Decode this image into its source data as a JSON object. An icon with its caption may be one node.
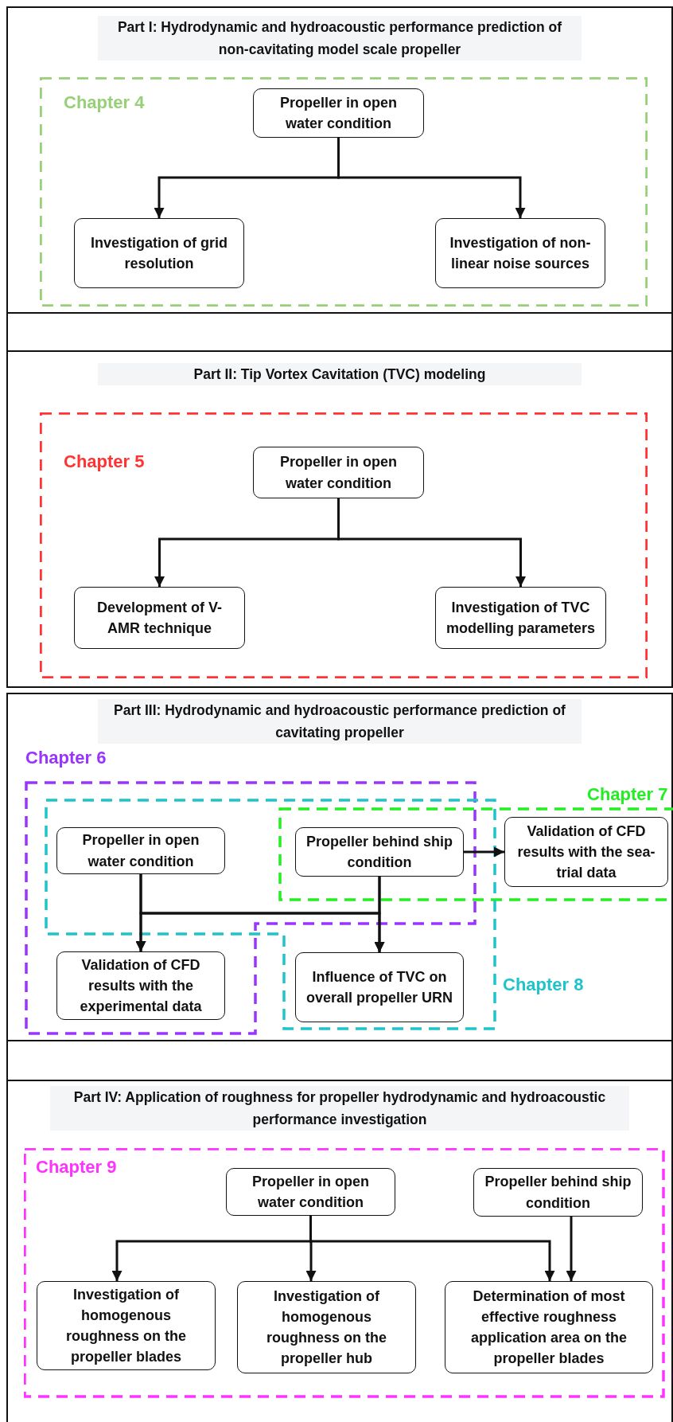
{
  "diagram": {
    "nodes": [
      {
        "text": [
          "Part I: Hydrodynamic and hydroacoustic performance prediction of non-cavitating model scale propeller"
        ]
      },
      {
        "text": [
          "Chapter 4"
        ],
        "in": 0
      },
      {
        "text": [
          "Propeller in open water condition"
        ],
        "in": 1
      },
      {
        "text": [
          "Investigation of grid resolution"
        ],
        "in": 1
      },
      {
        "text": [
          "Investigation of non-linear noise sources"
        ],
        "in": 1
      },
      {
        "text": [],
        "shape": "box"
      },
      {
        "text": [
          "Part II: Tip Vortex Cavitation (TVC) modeling"
        ]
      },
      {
        "text": [
          "Chapter 5"
        ],
        "in": 6
      },
      {
        "text": [
          "Propeller in open water condition"
        ],
        "in": 7
      },
      {
        "text": [
          "Development of V-AMR technique"
        ],
        "in": 7
      },
      {
        "text": [
          "Investigation of TVC modelling parameters"
        ],
        "in": 7
      },
      {
        "text": [
          "Part III: Hydrodynamic and hydroacoustic performance prediction of cavitating propeller"
        ]
      },
      {
        "text": [
          "Chapter 6"
        ],
        "in": 11
      },
      {
        "text": [
          "Chapter 7"
        ],
        "in": 11
      },
      {
        "text": [
          "Chapter 8"
        ],
        "in": 11
      },
      {
        "text": [
          "Propeller in open water condition"
        ],
        "in": 14
      },
      {
        "text": [
          "Propeller behind ship condition"
        ]
      },
      {
        "text": [
          "Validation of CFD results with the sea-trial data"
        ],
        "in": 13
      },
      {
        "text": [
          "Validation of CFD results with the experimental data"
        ],
        "in": 12
      },
      {
        "text": [
          "Influence of TVC on overall propeller URN"
        ],
        "in": 14
      },
      {
        "text": [],
        "shape": "box"
      },
      {
        "text": [
          "Part IV: Application of roughness for propeller hydrodynamic and hydroacoustic performance investigation"
        ]
      },
      {
        "text": [
          "Chapter 9"
        ],
        "in": 21
      },
      {
        "text": [
          "Propeller in open water condition"
        ],
        "in": 22
      },
      {
        "text": [
          "Propeller behind ship condition"
        ],
        "in": 22
      },
      {
        "text": [
          "Investigation of homogenous roughness on the propeller blades"
        ],
        "in": 22
      },
      {
        "text": [
          "Investigation of homogenous roughness on the propeller hub"
        ],
        "in": 22
      },
      {
        "text": [
          "Determination of most effective roughness application area on the propeller blades"
        ],
        "in": 22
      }
    ],
    "edges": [
      {
        "from": 2,
        "to": 3,
        "arrow": "to"
      },
      {
        "from": 2,
        "to": 4,
        "arrow": "to"
      },
      {
        "from": 8,
        "to": 9,
        "arrow": "to"
      },
      {
        "from": 8,
        "to": 10,
        "arrow": "to"
      },
      {
        "from": 16,
        "to": 17,
        "arrow": "to"
      },
      {
        "from": 15,
        "to": 18,
        "arrow": "to"
      },
      {
        "from": 15,
        "to": 19,
        "arrow": "to"
      },
      {
        "from": 16,
        "to": 18,
        "arrow": "to"
      },
      {
        "from": 16,
        "to": 19,
        "arrow": "to"
      },
      {
        "from": 23,
        "to": 25,
        "arrow": "to"
      },
      {
        "from": 23,
        "to": 26,
        "arrow": "to"
      },
      {
        "from": 23,
        "to": 27,
        "arrow": "to"
      },
      {
        "from": 24,
        "to": 27,
        "arrow": "to"
      }
    ]
  }
}
